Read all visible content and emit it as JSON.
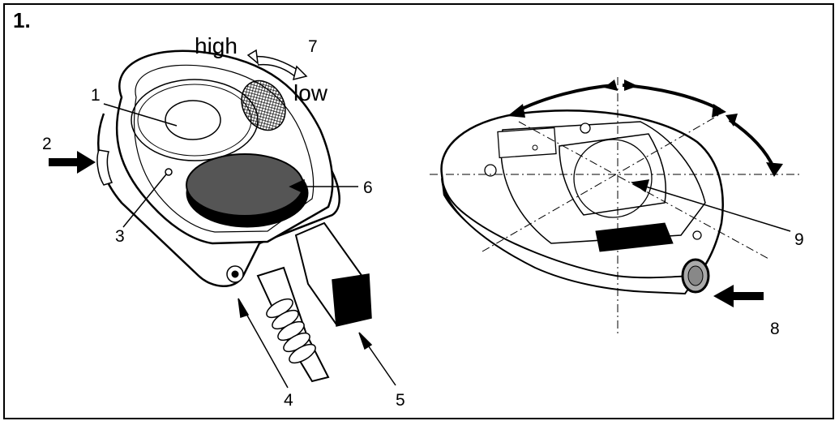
{
  "figure": {
    "step_label": "1.",
    "volume_high": "high",
    "volume_low": "low"
  },
  "callouts": [
    {
      "id": "c1",
      "text": "1"
    },
    {
      "id": "c2",
      "text": "2"
    },
    {
      "id": "c3",
      "text": "3"
    },
    {
      "id": "c4",
      "text": "4"
    },
    {
      "id": "c5",
      "text": "5"
    },
    {
      "id": "c6",
      "text": "6"
    },
    {
      "id": "c7",
      "text": "7"
    },
    {
      "id": "c8",
      "text": "8"
    },
    {
      "id": "c9",
      "text": "9"
    }
  ],
  "colors": {
    "ink": "#000000",
    "button_fill": "#555555",
    "paper": "#ffffff"
  }
}
